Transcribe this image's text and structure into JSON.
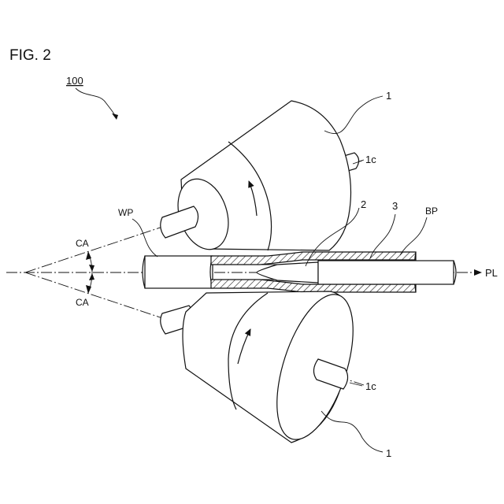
{
  "figure": {
    "title": "FIG. 2",
    "labels": {
      "ref_100": "100",
      "roll_top": "1",
      "roll_bottom": "1",
      "axis_top": "1c",
      "axis_bottom": "1c",
      "workpiece": "WP",
      "plug": "2",
      "pipe": "3",
      "bar": "BP",
      "pass_line": "PL",
      "angle_top": "CA",
      "angle_bottom": "CA"
    }
  }
}
